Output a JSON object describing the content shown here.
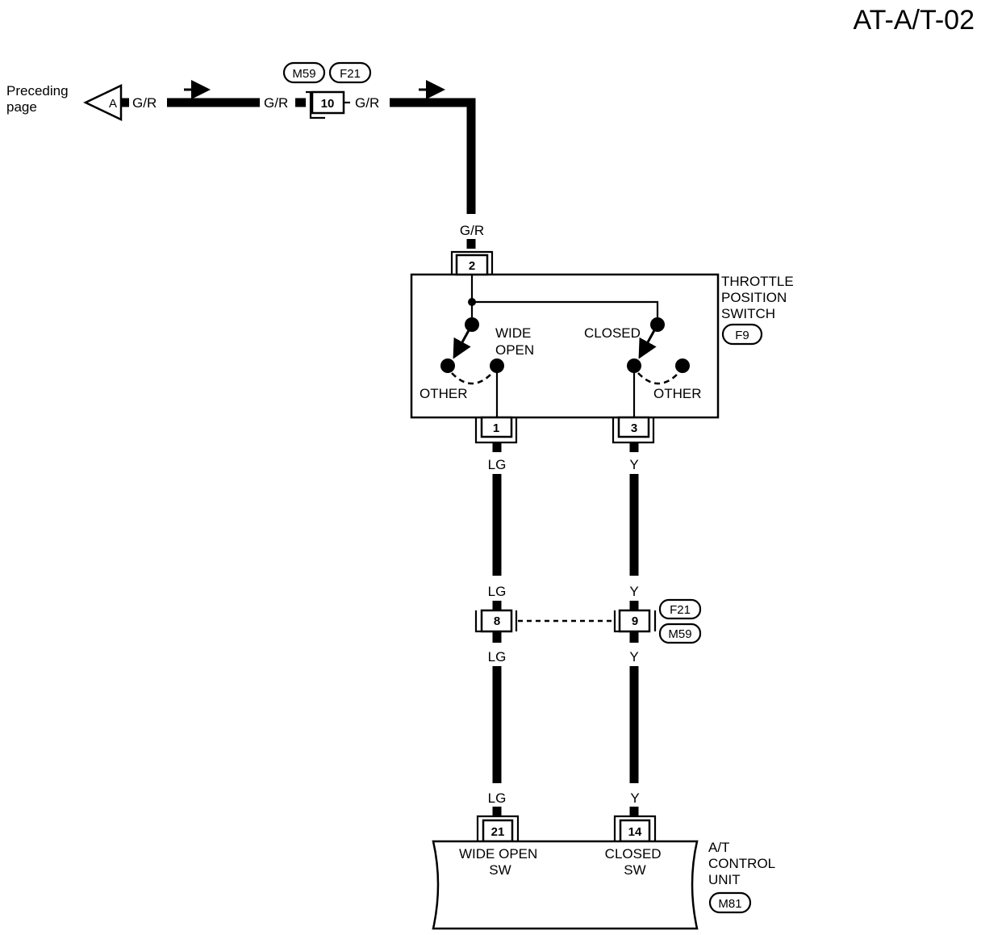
{
  "diagram_id": "AT-A/T-02",
  "preceding": {
    "label": "Preceding\npage",
    "connector_letter": "A"
  },
  "connectors": {
    "junction_top": {
      "refs": [
        "M59",
        "F21"
      ],
      "pin": "10"
    },
    "junction_bottom": {
      "refs": [
        "F21",
        "M59"
      ],
      "pins": [
        "8",
        "9"
      ]
    }
  },
  "wires": {
    "top_left": "G/R",
    "top_mid": "G/R",
    "top_right": "G/R",
    "vertical": "G/R",
    "lg": "LG",
    "y": "Y"
  },
  "throttle_switch": {
    "name": "THROTTLE\nPOSITION\nSWITCH",
    "ref": "F9",
    "pin_in": "2",
    "pin_out_left": "1",
    "pin_out_right": "3",
    "wide_open": "WIDE\nOPEN",
    "closed": "CLOSED",
    "other": "OTHER"
  },
  "control_unit": {
    "name": "A/T\nCONTROL\nUNIT",
    "ref": "M81",
    "pin_left": "21",
    "pin_right": "14",
    "label_left": "WIDE OPEN\nSW",
    "label_right": "CLOSED\nSW"
  }
}
